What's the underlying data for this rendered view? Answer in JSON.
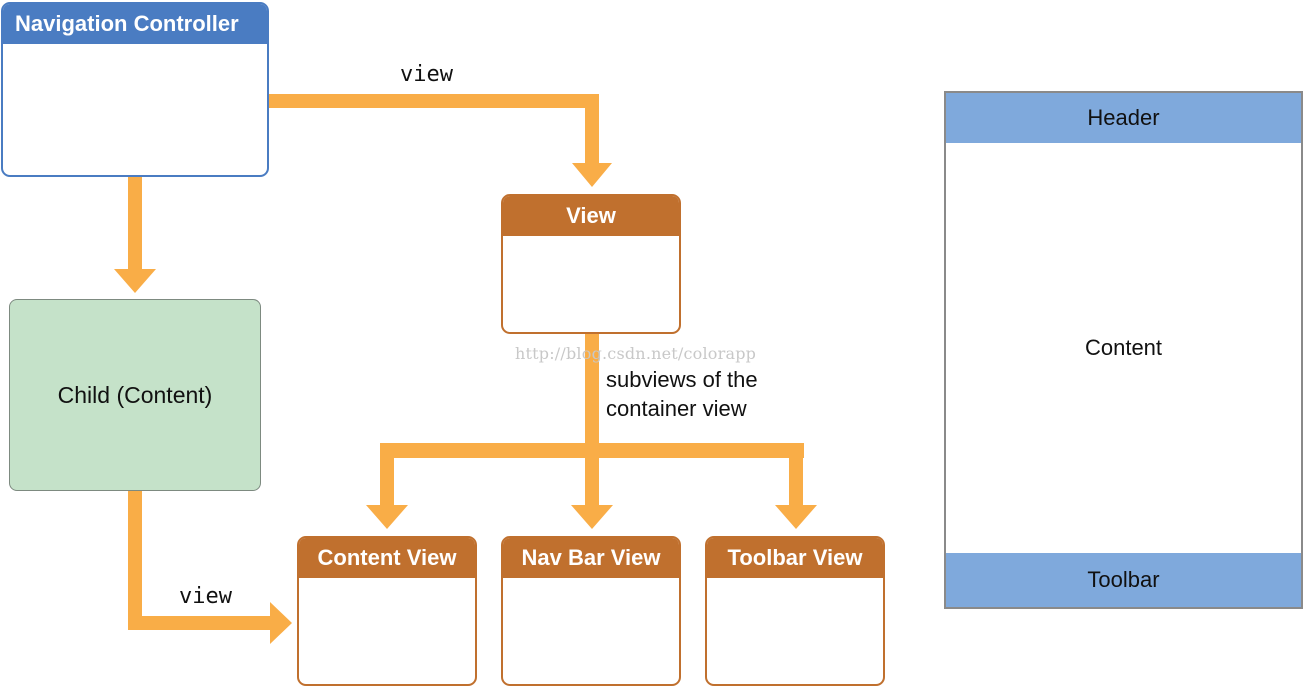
{
  "colors": {
    "nav_blue": "#4a7cc2",
    "view_orange": "#c0702e",
    "arrow_orange": "#f9ad47",
    "child_green": "#c5e2c9",
    "screen_bar_blue": "#7fa9dc"
  },
  "navigation_controller": {
    "title": "Navigation Controller"
  },
  "view": {
    "title": "View"
  },
  "child": {
    "label": "Child (Content)"
  },
  "subviews": {
    "content_view": "Content View",
    "nav_bar_view": "Nav Bar View",
    "toolbar_view": "Toolbar View"
  },
  "labels": {
    "top_view": "view",
    "bottom_view": "view",
    "subviews_line1": "subviews of the",
    "subviews_line2": "container view"
  },
  "watermark": "http://blog.csdn.net/colorapp",
  "screen": {
    "header": "Header",
    "content": "Content",
    "toolbar": "Toolbar"
  }
}
